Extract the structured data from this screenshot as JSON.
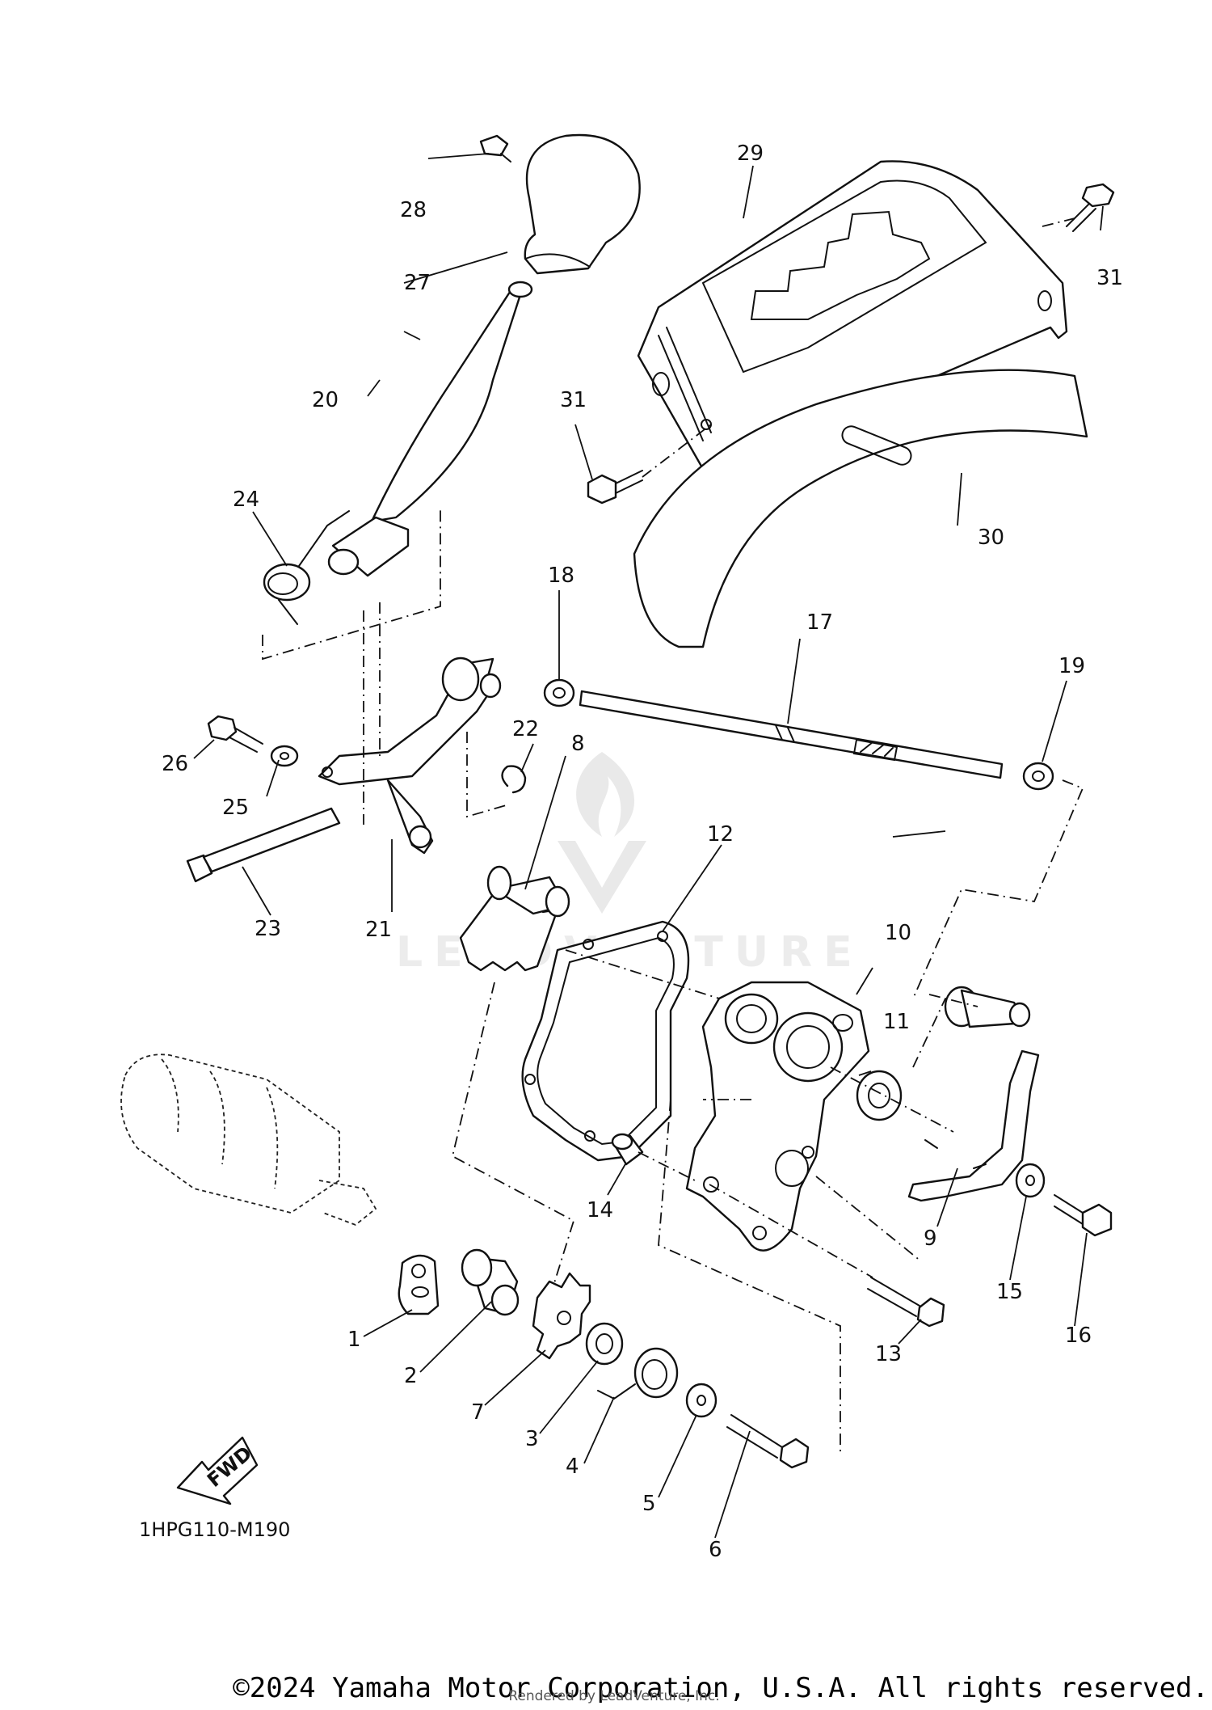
{
  "diagram_code": "1HPG110-M190",
  "fwd_label": "FWD",
  "watermark": "LEADVENTURE",
  "copyright": "©2024 Yamaha Motor Corporation, U.S.A. All rights reserved.",
  "rendered_by": "Rendered by LeadVenture, Inc.",
  "callouts": {
    "c1": "1",
    "c2": "2",
    "c3": "3",
    "c4": "4",
    "c5": "5",
    "c6": "6",
    "c7": "7",
    "c8": "8",
    "c9": "9",
    "c10": "10",
    "c11": "11",
    "c12": "12",
    "c13": "13",
    "c14": "14",
    "c15": "15",
    "c16": "16",
    "c17": "17",
    "c18": "18",
    "c19": "19",
    "c20": "20",
    "c21": "21",
    "c22": "22",
    "c23": "23",
    "c24": "24",
    "c25": "25",
    "c26": "26",
    "c27": "27",
    "c28": "28",
    "c29": "29",
    "c30": "30",
    "c31a": "31",
    "c31b": "31"
  }
}
